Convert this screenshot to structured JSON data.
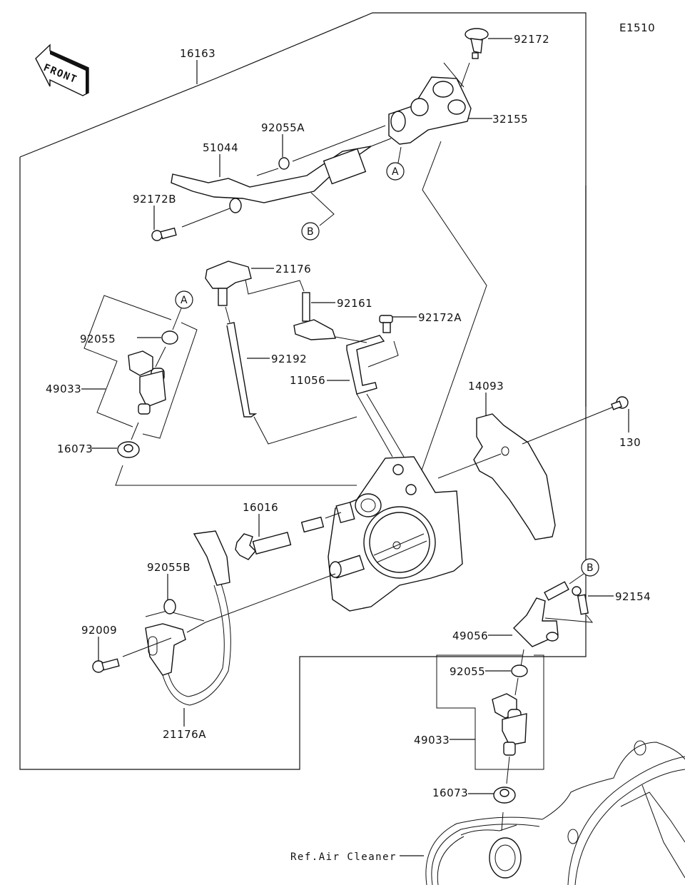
{
  "diagram": {
    "code": "E1510",
    "front_label": "FRONT",
    "ref_label": "Ref.Air Cleaner",
    "callouts": {
      "p16163": "16163",
      "p92172": "92172",
      "p32155": "32155",
      "p92055A": "92055A",
      "p51044": "51044",
      "p92172B": "92172B",
      "p21176": "21176",
      "p92161": "92161",
      "p92172A": "92172A",
      "p92192": "92192",
      "p11056": "11056",
      "p92055_top": "92055",
      "p49033_top": "49033",
      "p16073_top": "16073",
      "p14093": "14093",
      "p130": "130",
      "p16016": "16016",
      "p92055B": "92055B",
      "p92009": "92009",
      "p21176A": "21176A",
      "p92154": "92154",
      "p49056": "49056",
      "p92055_bot": "92055",
      "p49033_bot": "49033",
      "p16073_bot": "16073"
    },
    "markers": {
      "A": "A",
      "B": "B"
    }
  }
}
